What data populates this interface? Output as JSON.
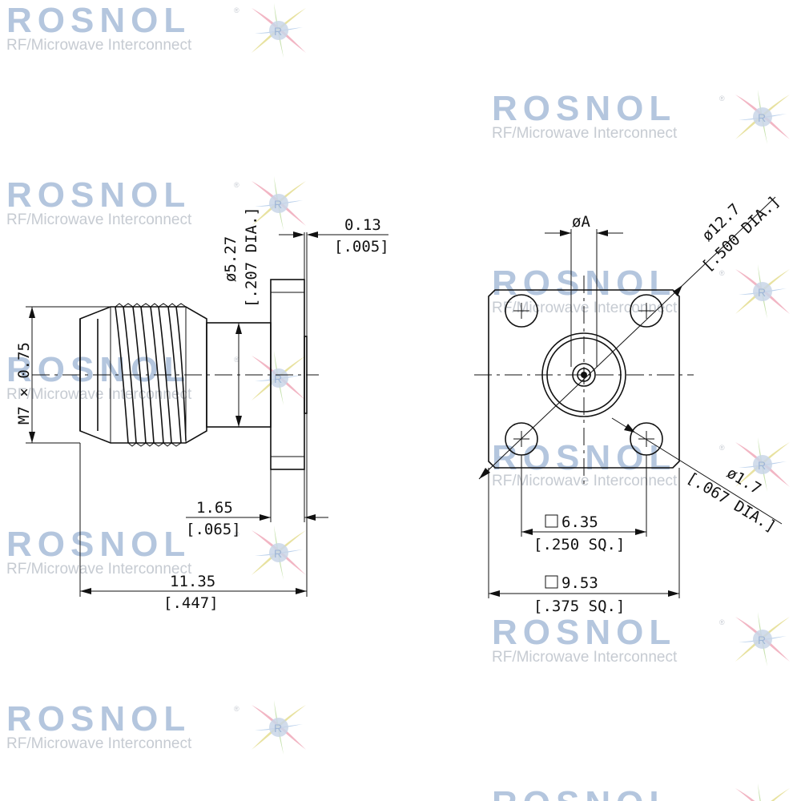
{
  "watermark": {
    "brand": "ROSNOL",
    "tagline": "RF/Microwave Interconnect",
    "registered": "®",
    "logo_letter": "R"
  },
  "side_view": {
    "thread_label": "M7 × 0.75",
    "body_dia_mm": "ø5.27",
    "body_dia_in": "[.207 DIA.]",
    "pin_len_mm": "0.13",
    "pin_len_in": "[.005]",
    "flange_thk_mm": "1.65",
    "flange_thk_in": "[.065]",
    "overall_len_mm": "11.35",
    "overall_len_in": "[.447]"
  },
  "front_view": {
    "dia_a": "øA",
    "outer_dia_mm": "ø12.7",
    "outer_dia_in": "[.500 DIA.]",
    "hole_dia_mm": "ø1.7",
    "hole_dia_in": "[.067 DIA.]",
    "hole_spacing_mm": "6.35",
    "hole_spacing_in": "[.250 SQ.]",
    "flange_size_mm": "9.53",
    "flange_size_in": "[.375 SQ.]"
  },
  "colors": {
    "watermark_blue": "#b4c6de",
    "watermark_gray": "#c6cbd2",
    "line": "#111111"
  }
}
